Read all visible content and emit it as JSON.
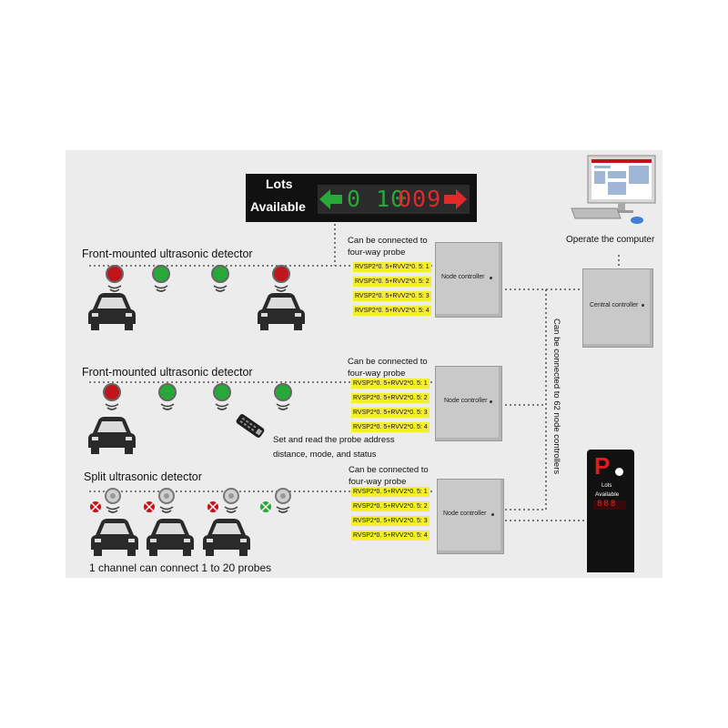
{
  "sign": {
    "title_line1": "Lots",
    "title_line2": "Available",
    "digits_green": "0 10",
    "digits_red": "009"
  },
  "sections": [
    {
      "title": "Front-mounted ultrasonic detector",
      "probes": [
        "red",
        "green",
        "green",
        "red"
      ]
    },
    {
      "title": "Front-mounted ultrasonic detector",
      "probes": [
        "red",
        "green",
        "green",
        "green"
      ]
    },
    {
      "title": "Split ultrasonic detector",
      "probes": [
        "red",
        "red",
        "red",
        "green"
      ]
    }
  ],
  "probe_note": {
    "text": "Can be connected to four-way probe"
  },
  "probe_labels": [
    "RVSP2*0. 5+RVV2*0. 5: 1",
    "RVSP2*0. 5+RVV2*0. 5: 2",
    "RVSP2*0. 5+RVV2*0. 5: 3",
    "RVSP2*0. 5+RVV2*0. 5: 4"
  ],
  "node_controller_label": "Node controller",
  "central_controller_label": "Central controller",
  "computer_label": "Operate the computer",
  "vertical_note": "Can be connected to 62 node controllers",
  "remote_note": {
    "line1": "Set and read the probe address",
    "line2": "distance, mode, and status"
  },
  "probe_count_note": "1 channel can connect 1 to 20 probes",
  "p_sign": {
    "letter": "P",
    "line1": "Lots",
    "line2": "Available",
    "digits": "888"
  },
  "colors": {
    "red": "#c0161b",
    "green": "#29a83a",
    "sign_bg": "#111111",
    "panel_bg": "#ececec",
    "yellow": "#f3ef2a"
  }
}
